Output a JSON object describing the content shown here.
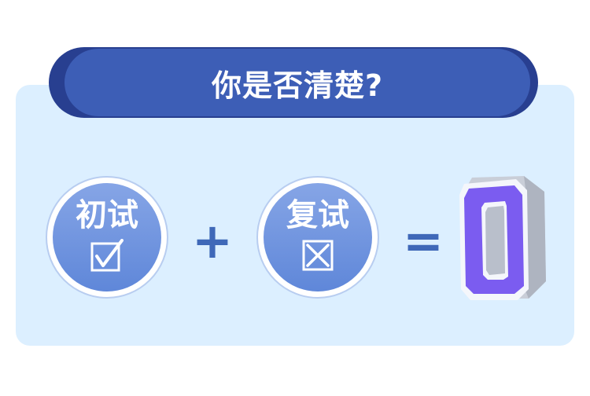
{
  "banner": {
    "title": "你是否清楚?"
  },
  "items": [
    {
      "label": "初试",
      "mark": "check"
    },
    {
      "label": "复试",
      "mark": "cross"
    }
  ],
  "operators": {
    "plus": "+",
    "equals": "="
  },
  "result": {
    "value": "0"
  },
  "colors": {
    "banner": "#3d5eb6",
    "banner_shadow": "#283f90",
    "panel": "#dcefff",
    "circle_top": "#86a5e6",
    "circle_bottom": "#5f87d9",
    "operator": "#3f68b8",
    "zero_face": "#7b5cf0"
  }
}
